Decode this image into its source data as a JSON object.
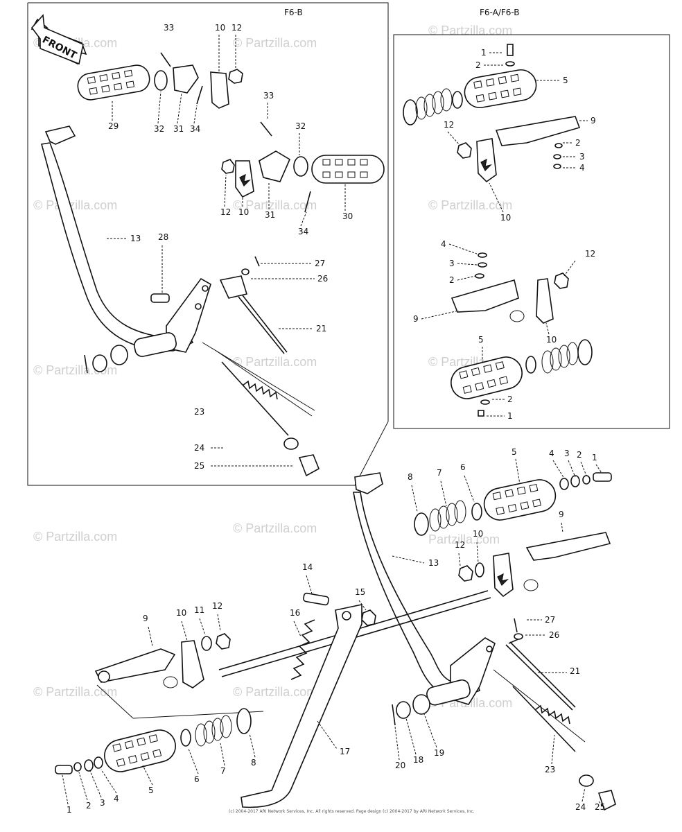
{
  "headers": {
    "left_panel": "F6-B",
    "right_panel": "F6-A/F6-B"
  },
  "front_arrow": "FRONT",
  "watermark": "© Partzilla.com",
  "watermark_alt": "Partzilla.com",
  "copyright": "(c) 2004-2017 ARI Network Services, Inc. All rights reserved. Page design (c) 2004-2017 by ARI Network Services, Inc.",
  "callouts": {
    "lp": [
      "33",
      "10",
      "12",
      "29",
      "32",
      "31",
      "34",
      "33",
      "32",
      "12",
      "10",
      "31",
      "34",
      "30",
      "13",
      "28",
      "27",
      "26",
      "21",
      "23",
      "24",
      "25"
    ],
    "rp": [
      "1",
      "2",
      "5",
      "9",
      "12",
      "2",
      "3",
      "4",
      "10",
      "4",
      "3",
      "2",
      "12",
      "9",
      "10",
      "5",
      "2",
      "1"
    ],
    "bt": [
      "5",
      "4",
      "3",
      "2",
      "1",
      "8",
      "7",
      "6",
      "9",
      "12",
      "10",
      "13",
      "14",
      "15",
      "16",
      "10",
      "11",
      "12",
      "9",
      "17",
      "27",
      "26",
      "21",
      "6",
      "7",
      "8",
      "5",
      "4",
      "3",
      "2",
      "1",
      "20",
      "18",
      "19",
      "23",
      "24",
      "25"
    ]
  }
}
